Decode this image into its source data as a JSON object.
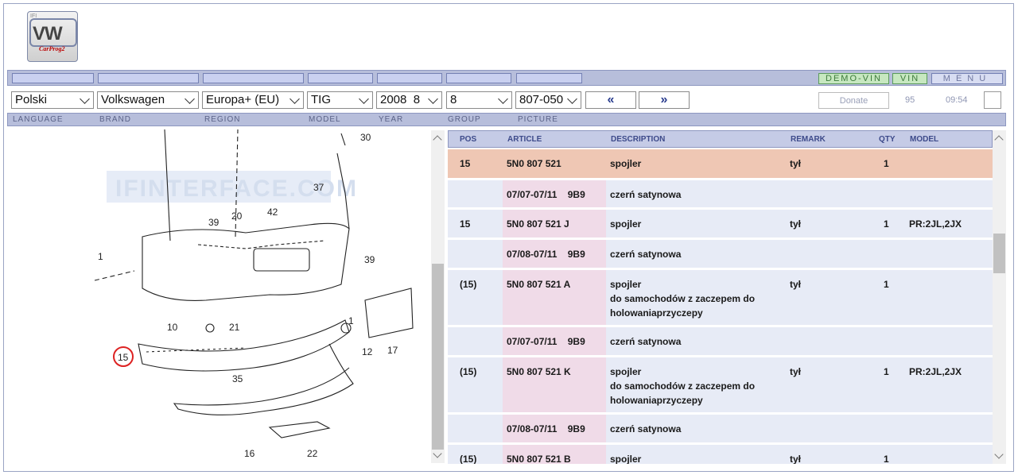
{
  "logo": {
    "small": "IFI",
    "brand": "VW",
    "sub": "CarProg2"
  },
  "topbar": {
    "demo_vin": "DEMO-VIN",
    "vin": "VIN",
    "menu": "MENU"
  },
  "selects": {
    "language": "Polski",
    "brand": "Volkswagen",
    "region": "Europa+ (EU)",
    "model": "TIG",
    "year": "2008  8",
    "group": "8",
    "picture": "807-050"
  },
  "nav": {
    "prev": "«",
    "next": "»"
  },
  "donate": "Donate",
  "counter": "95",
  "time": "09:54",
  "labels": {
    "language": "LANGUAGE",
    "brand": "BRAND",
    "region": "REGION",
    "model": "MODEL",
    "year": "YEAR",
    "group": "GROUP",
    "picture": "PICTURE"
  },
  "watermark": "IFINTERFACE.COM",
  "callouts": [
    "30",
    "37",
    "20",
    "42",
    "39",
    "1",
    "39",
    "10",
    "21",
    "1",
    "12",
    "17",
    "15",
    "35",
    "16",
    "22"
  ],
  "table": {
    "headers": {
      "pos": "POS",
      "article": "ARTICLE",
      "description": "DESCRIPTION",
      "remark": "REMARK",
      "qty": "QTY",
      "model": "MODEL"
    },
    "rows": [
      {
        "pos": "15",
        "article": "5N0 807 521",
        "desc": [
          "spojler"
        ],
        "remark": "tył",
        "qty": "1",
        "model": "",
        "highlight": true
      },
      {
        "pos": "",
        "article": "07/07-07/11    9B9",
        "desc": [
          "czerń satynowa"
        ],
        "remark": "",
        "qty": "",
        "model": ""
      },
      {
        "pos": "15",
        "article": "5N0 807 521 J",
        "desc": [
          "spojler"
        ],
        "remark": "tył",
        "qty": "1",
        "model": "PR:2JL,2JX"
      },
      {
        "pos": "",
        "article": "07/08-07/11    9B9",
        "desc": [
          "czerń satynowa"
        ],
        "remark": "",
        "qty": "",
        "model": ""
      },
      {
        "pos": "(15)",
        "article": "5N0 807 521 A",
        "desc": [
          "spojler",
          "do samochodów z zaczepem do",
          "holowaniaprzyczepy"
        ],
        "remark": "tył",
        "qty": "1",
        "model": ""
      },
      {
        "pos": "",
        "article": "07/07-07/11    9B9",
        "desc": [
          "czerń satynowa"
        ],
        "remark": "",
        "qty": "",
        "model": ""
      },
      {
        "pos": "(15)",
        "article": "5N0 807 521 K",
        "desc": [
          "spojler",
          "do samochodów z zaczepem do",
          "holowaniaprzyczepy"
        ],
        "remark": "tył",
        "qty": "1",
        "model": "PR:2JL,2JX"
      },
      {
        "pos": "",
        "article": "07/08-07/11    9B9",
        "desc": [
          "czerń satynowa"
        ],
        "remark": "",
        "qty": "",
        "model": ""
      },
      {
        "pos": "(15)",
        "article": "5N0 807 521 B",
        "desc": [
          "spojler"
        ],
        "remark": "tył",
        "qty": "1",
        "model": ""
      }
    ]
  }
}
